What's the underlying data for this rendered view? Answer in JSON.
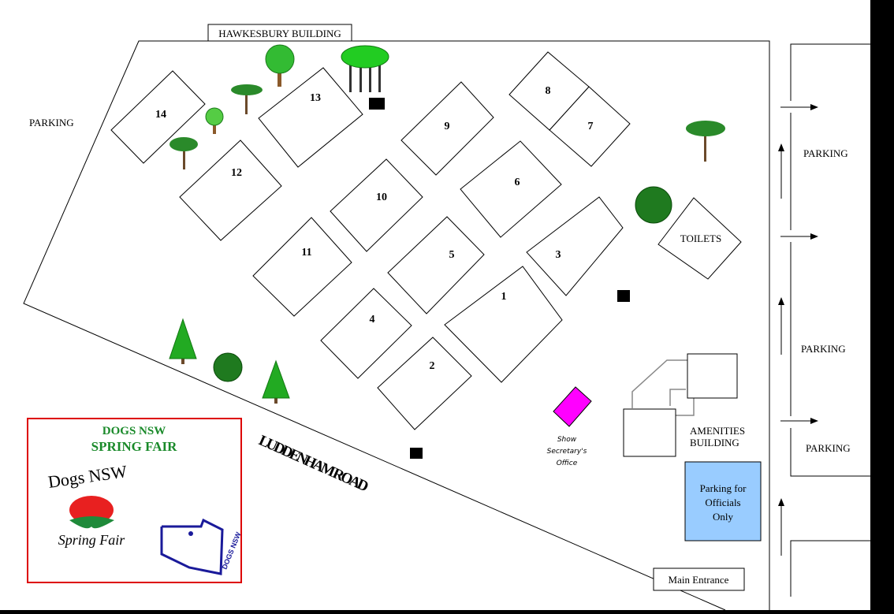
{
  "labels": {
    "hawkesbury": "HAWKESBURY BUILDING",
    "parking_left": "PARKING",
    "parking_right_1": "PARKING",
    "parking_right_2": "PARKING",
    "parking_right_3": "PARKING",
    "toilets": "TOILETS",
    "amenities_1": "AMENITIES",
    "amenities_2": "BUILDING",
    "officials_1": "Parking for",
    "officials_2": "Officials",
    "officials_3": "Only",
    "main_entrance": "Main Entrance",
    "road": "LUDDENHAM ROAD",
    "secretary_1": "Show",
    "secretary_2": "Secretary's",
    "secretary_3": "Office"
  },
  "rings": [
    "1",
    "2",
    "3",
    "4",
    "5",
    "6",
    "7",
    "8",
    "9",
    "10",
    "11",
    "12",
    "13",
    "14"
  ],
  "logo": {
    "title_1": "DOGS NSW",
    "title_2": "SPRING FAIR",
    "badge_top": "Dogs NSW",
    "badge_bottom": "Spring Fair",
    "dog_logo_text": "DOGS NSW"
  },
  "colors": {
    "secretary": "#ff00ff",
    "officials": "#99ccff",
    "logo_border": "#dd0000",
    "logo_title": "#1a8a2a",
    "dog_logo": "#1a1a9a"
  }
}
